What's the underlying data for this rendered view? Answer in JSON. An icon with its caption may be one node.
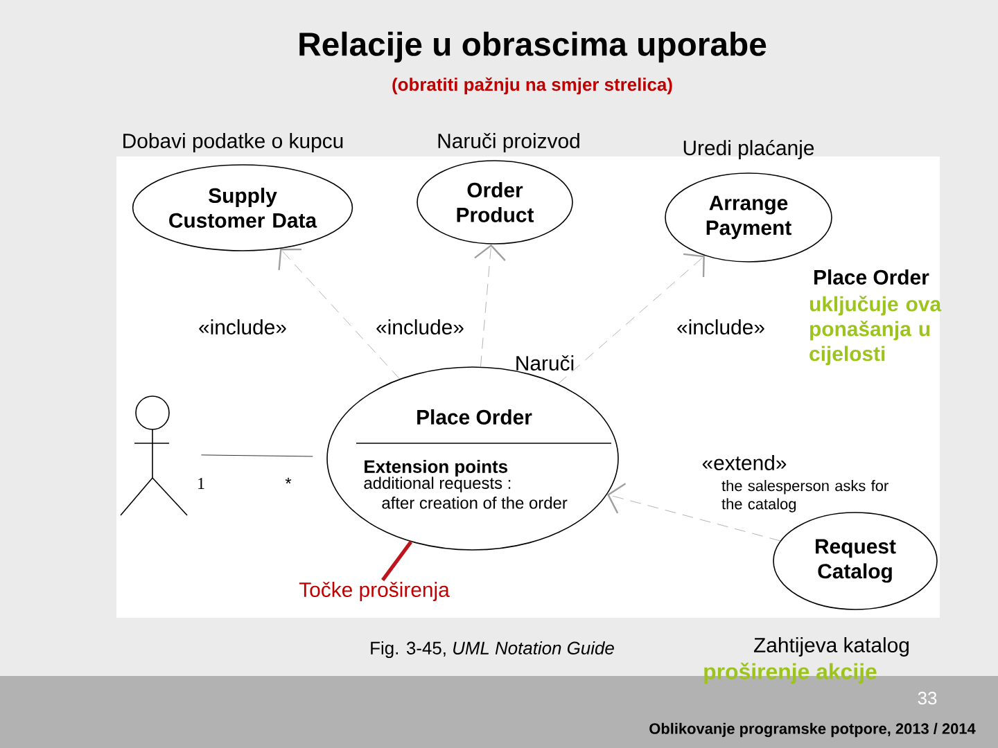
{
  "diagram": {
    "title": "Relacije u obrascima uporabe",
    "nodes": [
      {
        "text": [
          "Supply Customer Data"
        ],
        "beside": [
          "Dobavi podatke o kupcu"
        ]
      },
      {
        "text": [
          "Order Product"
        ],
        "beside": [
          "Naruči proizvod"
        ]
      },
      {
        "text": [
          "Arrange Payment"
        ],
        "beside": [
          "Uredi plaćanje"
        ]
      },
      {
        "text": [
          "Place Order",
          "Extension points",
          "additional requests : after creation of the order"
        ],
        "beside": [
          "Naruči"
        ]
      },
      {
        "text": [],
        "shape": "person"
      },
      {
        "text": [
          "Request Catalog"
        ],
        "beside": [
          "Zahtijeva katalog"
        ]
      },
      {
        "text": [
          "Točke proširenja"
        ]
      }
    ],
    "edges": [
      {
        "from": 3,
        "to": 0,
        "arrow": "to",
        "label": "«include»",
        "style": "dashed"
      },
      {
        "from": 3,
        "to": 1,
        "arrow": "to",
        "label": "«include»",
        "style": "dashed"
      },
      {
        "from": 3,
        "to": 2,
        "arrow": "to",
        "label": "«include»",
        "style": "dashed"
      },
      {
        "from": 4,
        "to": 3,
        "arrow": "none",
        "color": "#000000"
      },
      {
        "from": 5,
        "to": 3,
        "arrow": "to",
        "label": "«extend»",
        "style": "dashed"
      },
      {
        "from": 6,
        "to": 3,
        "arrow": "none",
        "style": "thick",
        "color": "#c0141c"
      }
    ],
    "labels": [
      "(obratiti pažnju na smjer strelica)",
      "Place Order",
      "uključuje ova ponašanja u cijelosti",
      "1",
      "*",
      "the salesperson asks for the catalog",
      "Fig. 3-45, *UML Notation Guide*",
      "proširenje akcije",
      "33",
      "Oblikovanje programske potpore, 2013 / 2014"
    ]
  }
}
